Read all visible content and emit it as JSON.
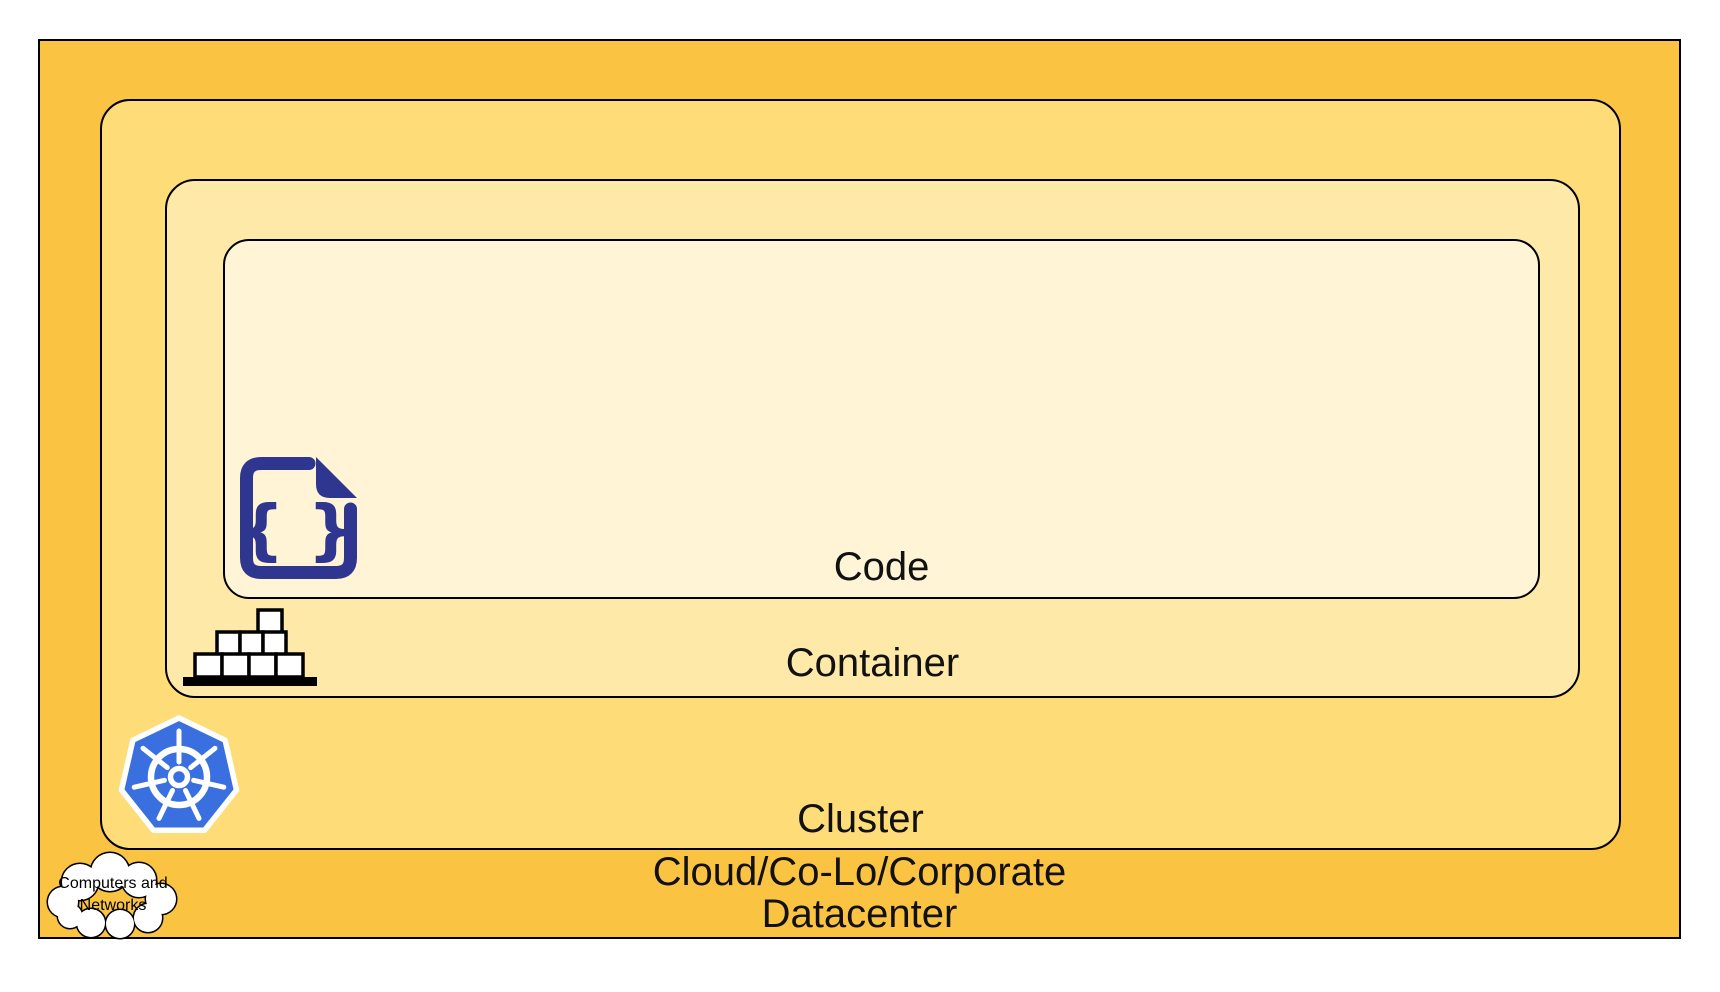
{
  "colors": {
    "datacenter_fill": "#FBC342",
    "cluster_fill": "#FEDC78",
    "container_fill": "#FEE9A9",
    "code_fill": "#FFF4D6",
    "border_color": "#000000",
    "code_icon_color": "#2F3690",
    "kubernetes_blue": "#3A6FDF",
    "icon_white": "#FFFFFF",
    "label_color": "#111111"
  },
  "layers": {
    "code": {
      "label": "Code"
    },
    "container": {
      "label": "Container"
    },
    "cluster": {
      "label": "Cluster"
    },
    "datacenter": {
      "label_line1": "Cloud/Co-Lo/Corporate",
      "label_line2": "Datacenter"
    }
  },
  "cloud": {
    "line1": "Computers and",
    "line2": "Networks"
  },
  "icons": {
    "code_file": "code-file-icon",
    "container_bricks": "container-bricks-icon",
    "kubernetes": "kubernetes-wheel-icon",
    "cloud": "cloud-icon"
  },
  "code_icon_glyph": "{ }"
}
